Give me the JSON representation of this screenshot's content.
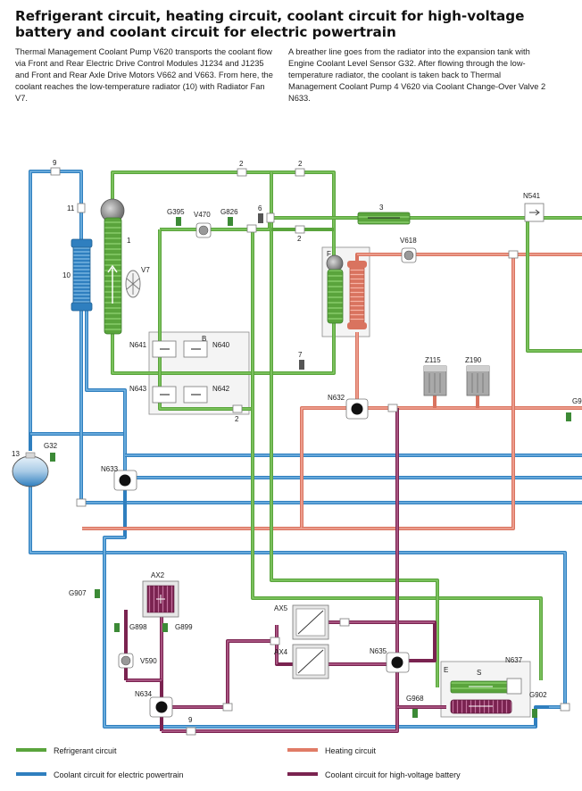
{
  "title": "Refrigerant circuit, heating circuit, coolant circuit for high-voltage battery and coolant circuit for electric powertrain",
  "paragraphs": [
    "Thermal Management Coolant Pump V620 transports the coolant flow via Front and Rear Electric Drive Control Modules J1234 and J1235 and Front and Rear Axle Drive Motors V662 and V663. From here, the coolant reaches the low-temperature radiator (10) with Radiator Fan V7.",
    "A breather line goes from the radiator into the expansion tank with Engine Coolant Level Sensor G32. After flowing through the low-temperature radiator, the coolant is taken back to Thermal Management Coolant Pump 4 V620 via Coolant Change-Over Valve 2 N633."
  ],
  "labels": {
    "n9_top": "9",
    "n11": "11",
    "n10": "10",
    "n1": "1",
    "v7": "V7",
    "n2_a": "2",
    "n2_b": "2",
    "n2_c": "2",
    "n2_d": "2",
    "g395": "G395",
    "v470": "V470",
    "g826": "G826",
    "n6": "6",
    "n3": "3",
    "n541": "N541",
    "f": "F",
    "v618": "V618",
    "n641": "N641",
    "b": "B",
    "n640": "N640",
    "n643": "N643",
    "n642": "N642",
    "n7": "7",
    "z115": "Z115",
    "z190": "Z190",
    "n632": "N632",
    "g9": "G9",
    "n13": "13",
    "g32": "G32",
    "n633": "N633",
    "ax2": "AX2",
    "g907": "G907",
    "g898": "G898",
    "g899": "G899",
    "v590": "V590",
    "n634": "N634",
    "n9_bot": "9",
    "ax5": "AX5",
    "ax4": "AX4",
    "n635": "N635",
    "e": "E",
    "s": "S",
    "n637": "N637",
    "g968": "G968",
    "g902": "G902"
  },
  "legend": [
    {
      "label": "Refrigerant circuit",
      "color": "#5aa43c"
    },
    {
      "label": "Heating circuit",
      "color": "#e07b66"
    },
    {
      "label": "Coolant circuit for electric powertrain",
      "color": "#2f7fbf"
    },
    {
      "label": "Coolant circuit for high-voltage battery",
      "color": "#7a2350"
    }
  ]
}
